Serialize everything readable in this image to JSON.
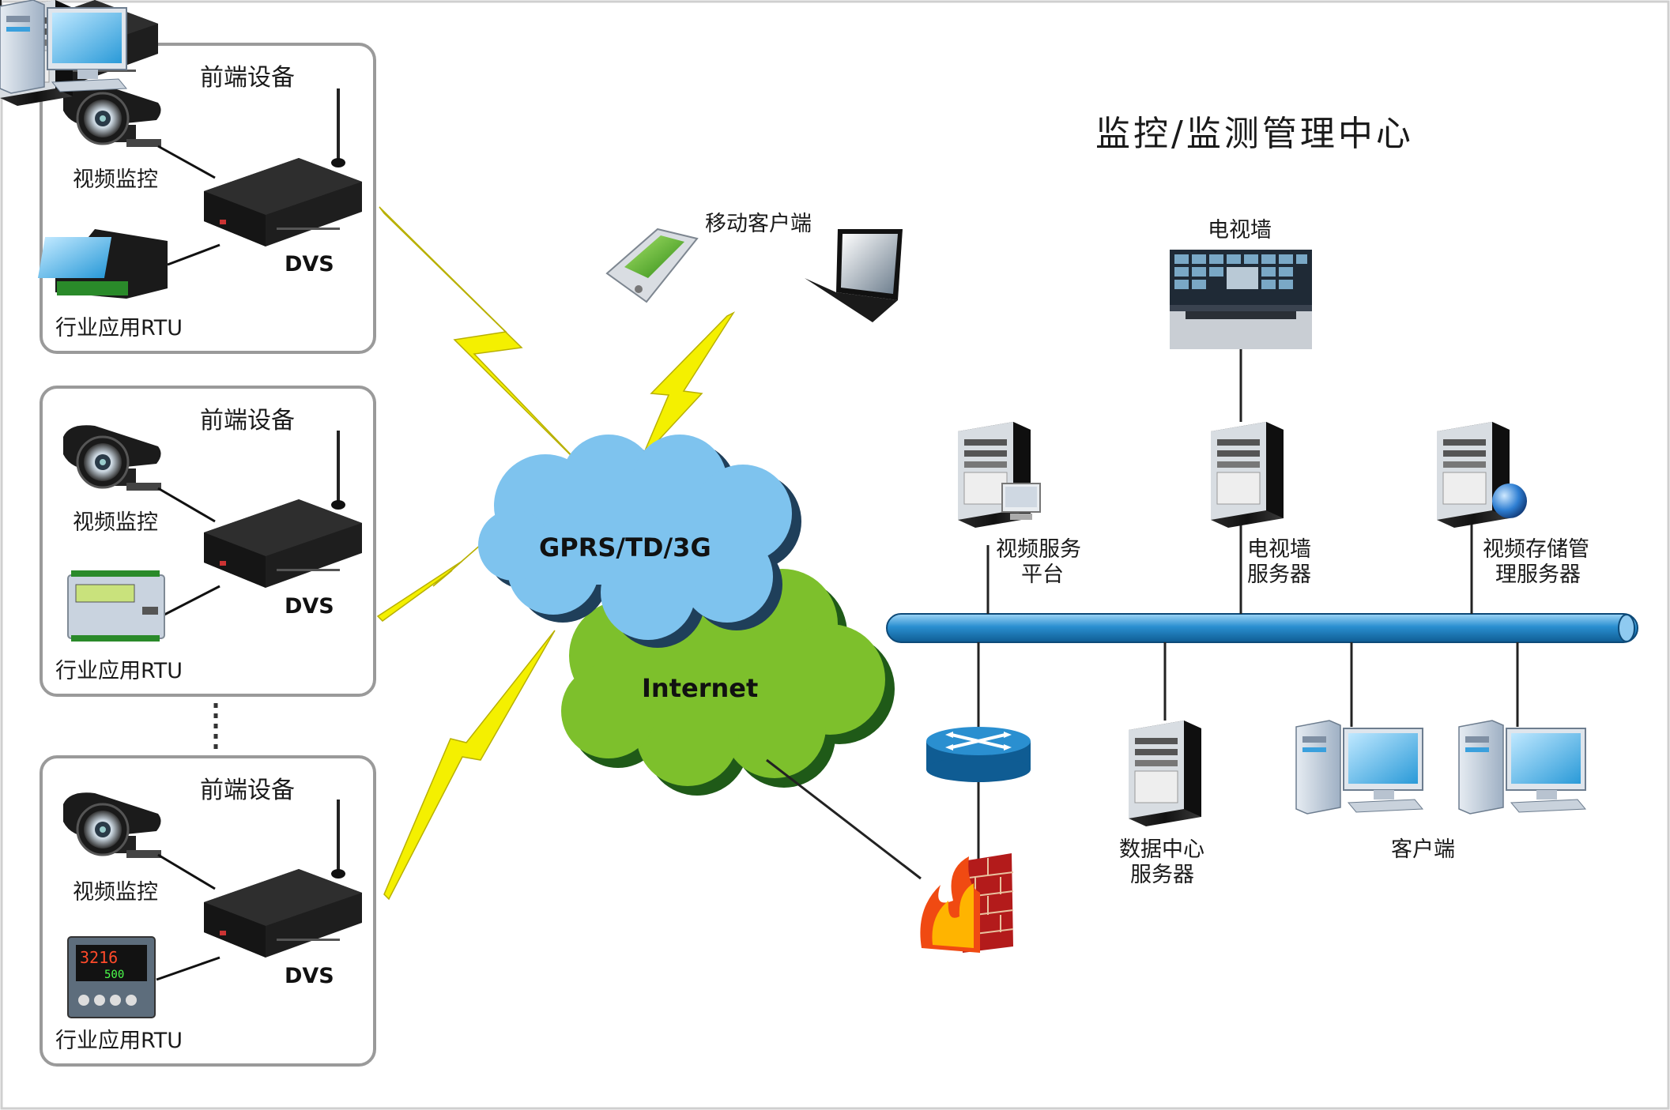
{
  "center_title": "监控/监测管理中心",
  "front_groups": [
    {
      "title": "前端设备",
      "camera_label": "视频监控",
      "dvs_label": "DVS",
      "rtu_label": "行业应用RTU"
    },
    {
      "title": "前端设备",
      "camera_label": "视频监控",
      "dvs_label": "DVS",
      "rtu_label": "行业应用RTU"
    },
    {
      "title": "前端设备",
      "camera_label": "视频监控",
      "dvs_label": "DVS",
      "rtu_label": "行业应用RTU",
      "rtu_display": {
        "top": "3216",
        "bottom": "500"
      }
    }
  ],
  "clouds": {
    "wireless": "GPRS/TD/3G",
    "internet": "Internet"
  },
  "mobile_client": "移动客户端",
  "tv_wall": "电视墙",
  "servers": {
    "video_platform": [
      "视频服务",
      "平台"
    ],
    "tv_wall_server": [
      "电视墙",
      "服务器"
    ],
    "storage": [
      "视频存储管",
      "理服务器"
    ],
    "data_center": [
      "数据中心",
      "服务器"
    ]
  },
  "client_label": "客户端",
  "colors": {
    "wireless_cloud": "#7ec3ee",
    "internet_cloud": "#7dc02c",
    "bus": "#2a8fd0",
    "lightning": "#f4f000",
    "box_border": "#9a9a9a"
  }
}
